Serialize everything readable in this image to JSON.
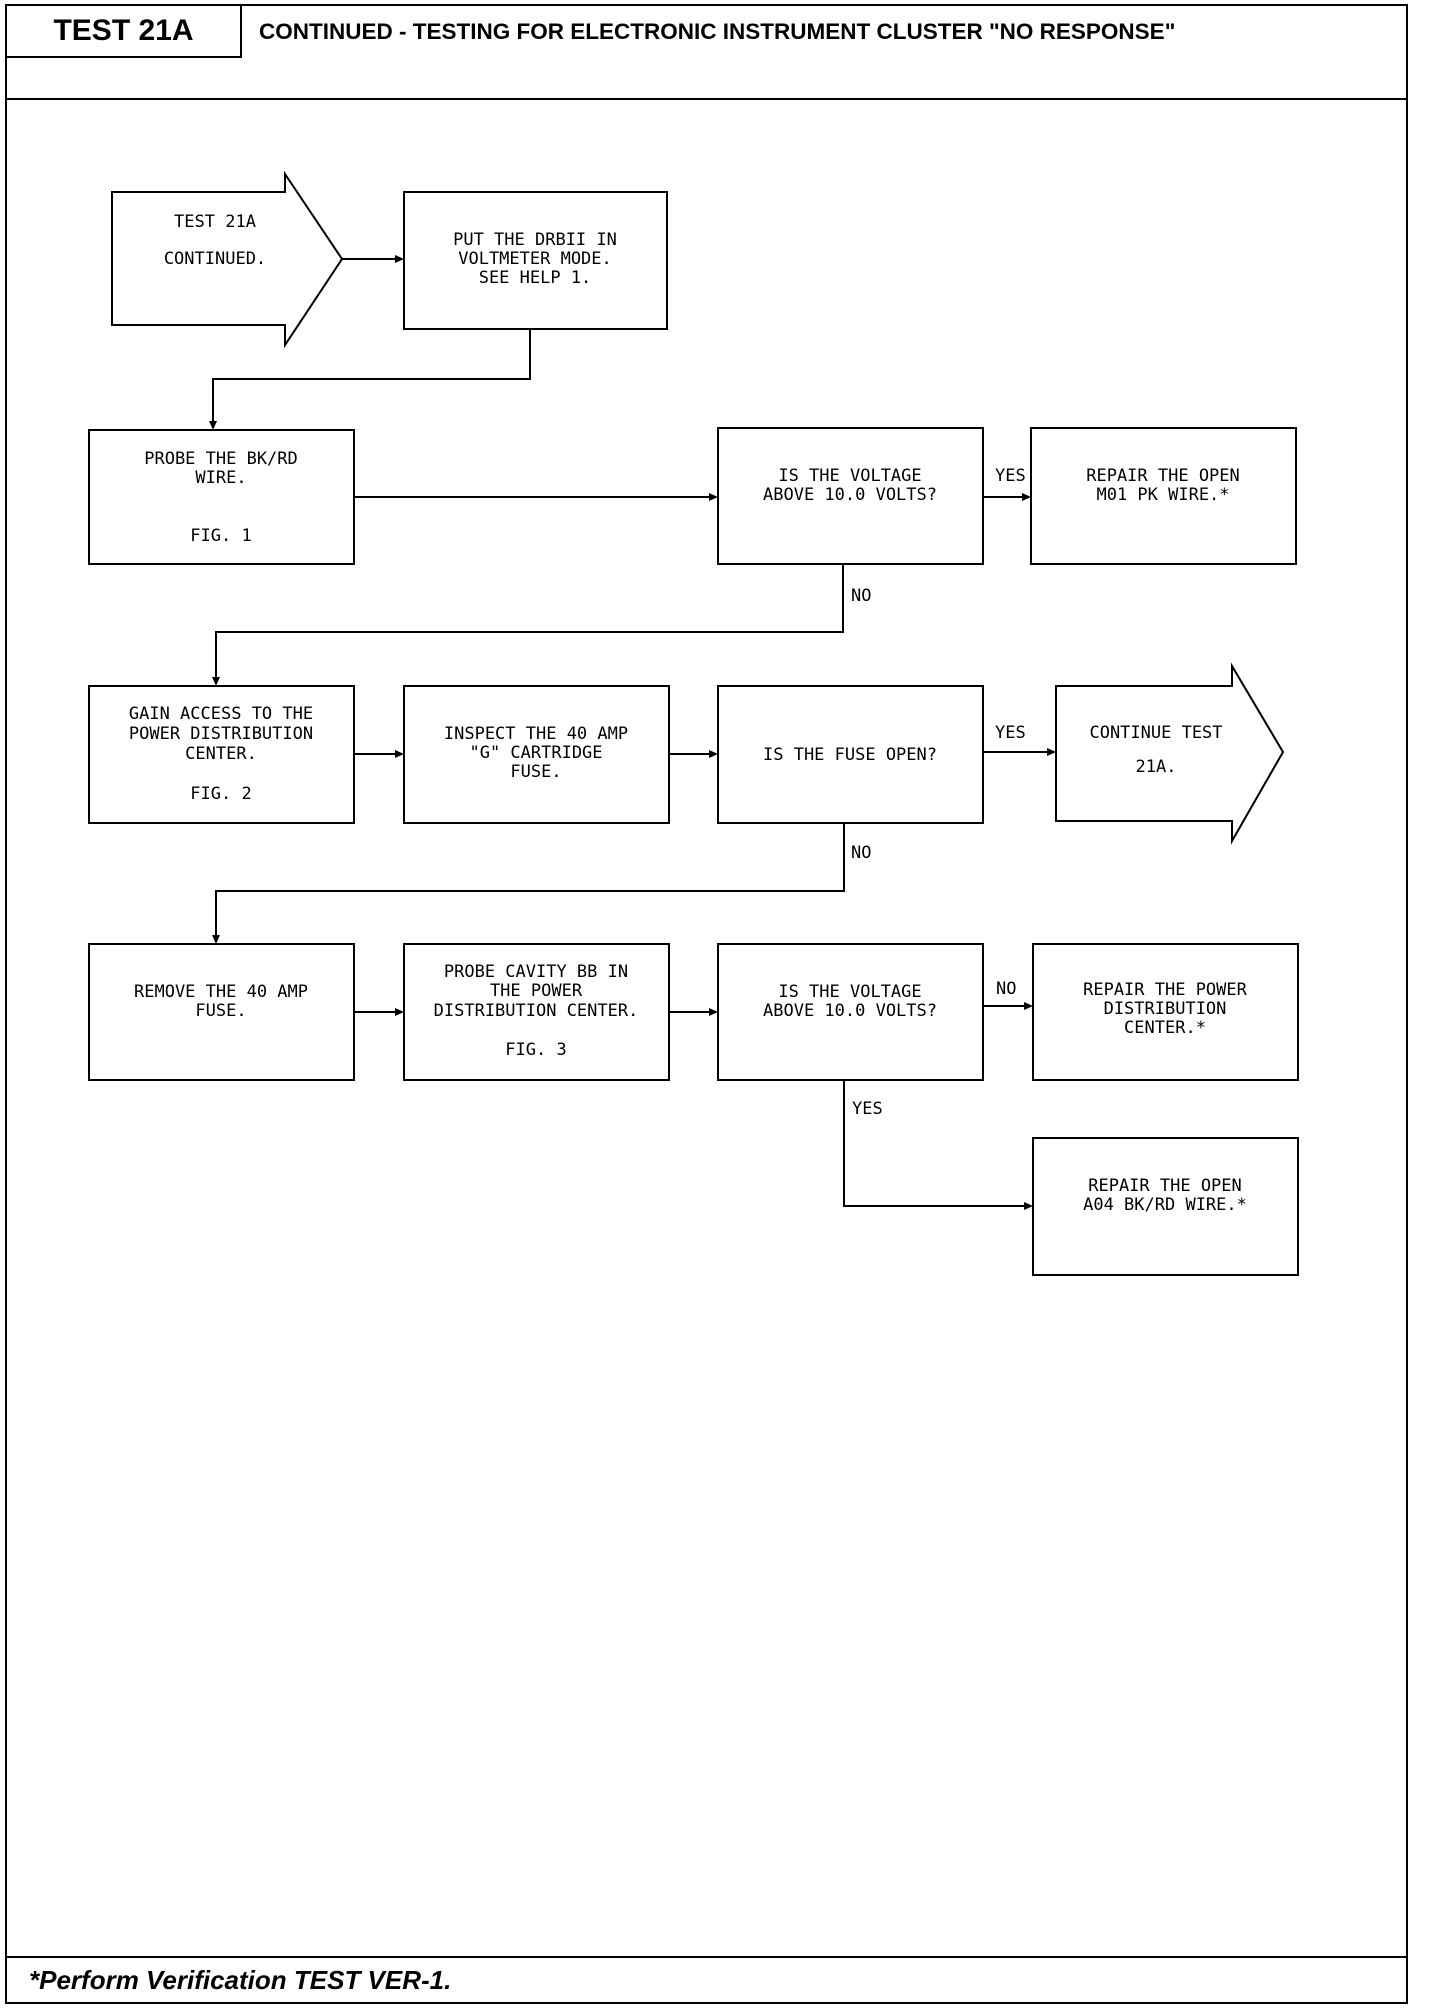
{
  "header": {
    "test_id": "TEST 21A",
    "title": "CONTINUED - TESTING FOR ELECTRONIC INSTRUMENT CLUSTER \"NO RESPONSE\""
  },
  "flowchart": {
    "start": [
      "TEST 21A",
      "CONTINUED."
    ],
    "put_drbii": [
      "PUT THE DRBII IN",
      "VOLTMETER MODE.",
      "SEE HELP 1."
    ],
    "probe_bkrd": [
      "PROBE THE BK/RD",
      "WIRE.",
      "FIG. 1"
    ],
    "voltage_q1": [
      "IS THE VOLTAGE",
      "ABOVE 10.0 VOLTS?"
    ],
    "repair_m01": [
      "REPAIR THE OPEN",
      "M01 PK WIRE.*"
    ],
    "gain_access": [
      "GAIN ACCESS TO THE",
      "POWER DISTRIBUTION",
      "CENTER.",
      "FIG. 2"
    ],
    "inspect_fuse": [
      "INSPECT THE 40 AMP",
      "\"G\" CARTRIDGE",
      "FUSE."
    ],
    "fuse_q": [
      "IS THE FUSE OPEN?"
    ],
    "continue_test": [
      "CONTINUE TEST",
      "21A."
    ],
    "remove_fuse": [
      "REMOVE THE 40 AMP",
      "FUSE."
    ],
    "probe_cavity": [
      "PROBE CAVITY BB IN",
      "THE POWER",
      "DISTRIBUTION CENTER.",
      "FIG. 3"
    ],
    "voltage_q2": [
      "IS THE VOLTAGE",
      "ABOVE 10.0 VOLTS?"
    ],
    "repair_pdc": [
      "REPAIR THE POWER",
      "DISTRIBUTION",
      "CENTER.*"
    ],
    "repair_a04": [
      "REPAIR THE OPEN",
      "A04 BK/RD WIRE.*"
    ],
    "labels": {
      "yes1": "YES",
      "no1": "NO",
      "yes2": "YES",
      "no2": "NO",
      "no3": "NO",
      "yes3": "YES"
    }
  },
  "footer": {
    "note": "*Perform Verification TEST VER-1."
  }
}
